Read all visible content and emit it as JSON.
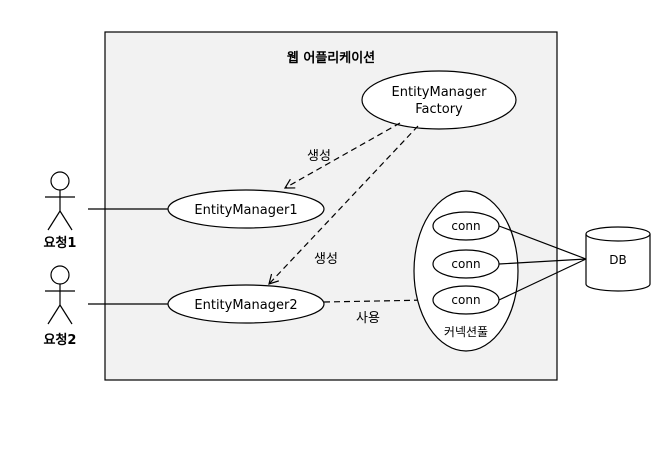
{
  "container": {
    "title": "웹 어플리케이션"
  },
  "emf": {
    "line1": "EntityManager",
    "line2": "Factory"
  },
  "em1": {
    "label": "EntityManager1"
  },
  "em2": {
    "label": "EntityManager2"
  },
  "edges": {
    "create1": "생성",
    "create2": "생성",
    "use": "사용"
  },
  "actors": [
    {
      "label": "요청1"
    },
    {
      "label": "요청2"
    }
  ],
  "pool": {
    "label": "커넥션풀",
    "conns": [
      "conn",
      "conn",
      "conn"
    ]
  },
  "db": {
    "label": "DB"
  },
  "colors": {
    "container_fill": "#f2f2f2",
    "stroke": "#000000"
  }
}
